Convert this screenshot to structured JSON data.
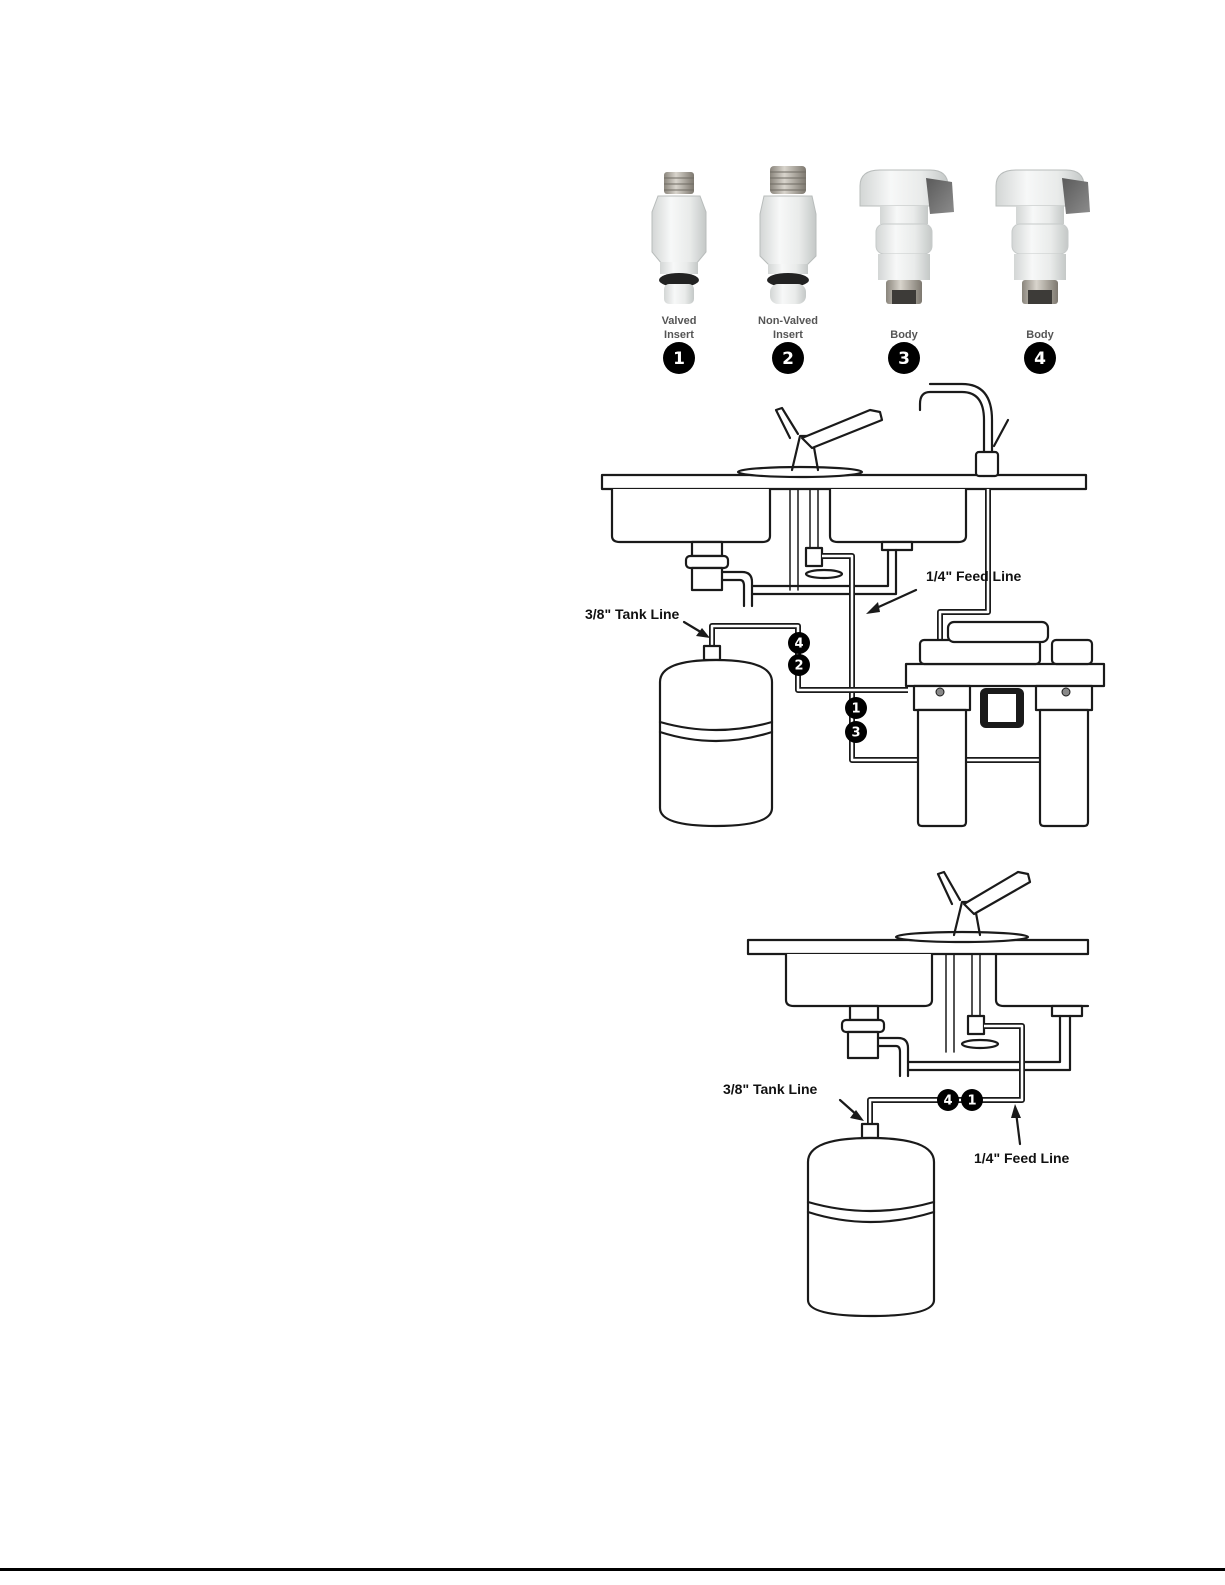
{
  "parts": [
    {
      "number": "1",
      "label_line1": "Valved",
      "label_line2": "Insert",
      "icon": "valved-insert-icon"
    },
    {
      "number": "2",
      "label_line1": "Non-Valved",
      "label_line2": "Insert",
      "icon": "non-valved-insert-icon"
    },
    {
      "number": "3",
      "label_line1": "Body",
      "label_line2": "",
      "icon": "body-fitting-icon"
    },
    {
      "number": "4",
      "label_line1": "Body",
      "label_line2": "",
      "icon": "body-fitting-icon"
    }
  ],
  "diagram_top": {
    "feed_line_label": "1/4\" Feed Line",
    "tank_line_label": "3/8\" Tank Line",
    "badges": [
      "4",
      "2",
      "1",
      "3"
    ]
  },
  "diagram_bottom": {
    "feed_line_label": "1/4\" Feed Line",
    "tank_line_label": "3/8\" Tank Line",
    "badges": [
      "4",
      "1"
    ]
  },
  "colors": {
    "ink": "#1a1a1a",
    "fitting_white": "#eceeed",
    "fitting_metal": "#a9a59b"
  }
}
